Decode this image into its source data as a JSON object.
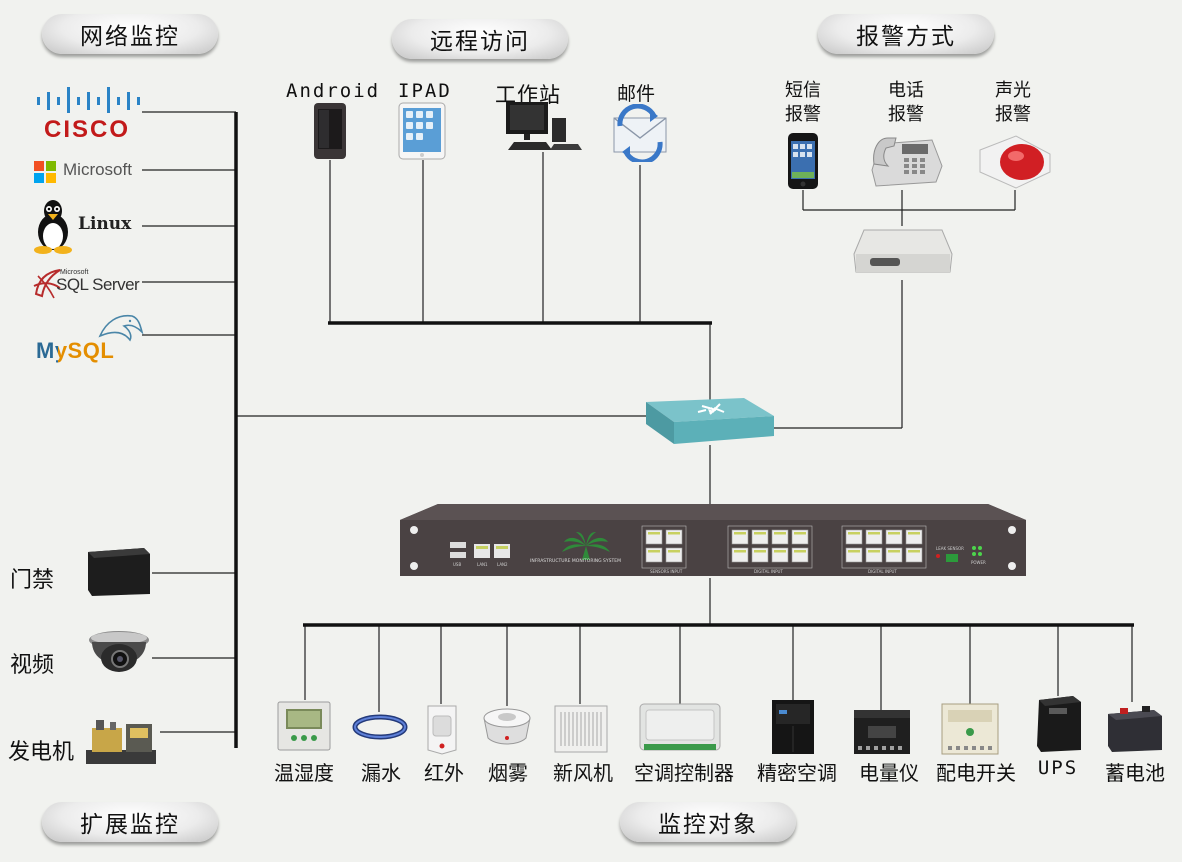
{
  "sections": {
    "network": "网络监控",
    "remote": "远程访问",
    "alarm": "报警方式",
    "extended": "扩展监控",
    "objects": "监控对象"
  },
  "logos": {
    "cisco": "CISCO",
    "microsoft": "Microsoft",
    "linux": "Linux",
    "sqlserver_small": "Microsoft",
    "sqlserver": "SQL Server",
    "mysql": "MySQL"
  },
  "remote": {
    "android": "Android",
    "ipad": "IPAD",
    "workstation": "工作站",
    "email": "邮件"
  },
  "alarm": {
    "sms_1": "短信",
    "sms_2": "报警",
    "phone_1": "电话",
    "phone_2": "报警",
    "light_1": "声光",
    "light_2": "报警"
  },
  "extended": {
    "access": "门禁",
    "video": "视频",
    "generator": "发电机"
  },
  "objects": [
    "温湿度",
    "漏水",
    "红外",
    "烟雾",
    "新风机",
    "空调控制器",
    "精密空调",
    "电量仪",
    "配电开关",
    "UPS",
    "蓄电池"
  ],
  "rack": {
    "system_name": "INFRASTRUCTURE MONITORING SYSTEM",
    "usb": "USB",
    "lan1": "LAN1",
    "lan2": "LAN2",
    "sensors": "SENSORS INPUT",
    "digital1": "DIGITAL INPUT",
    "digital2": "DIGITAL INPUT",
    "leak": "LEAK SENSOR",
    "power": "POWER"
  }
}
